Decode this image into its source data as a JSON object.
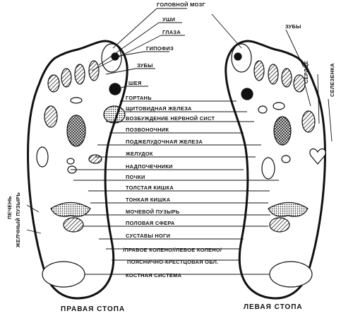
{
  "labels": {
    "brain": "ГОЛОВНОЙ МОЗГ",
    "ears": "УШИ",
    "eyes": "ГЛАЗА",
    "pituitary": "ГИПОФИЗ",
    "teeth_right": "ЗУБЫ",
    "neck": "ШЕЯ",
    "larynx": "ГОРТАНЬ",
    "thyroid": "ЩИТОВИДНАЯ ЖЕЛЕЗА",
    "nervous_system": "ВОЗБУЖДЕНИЕ НЕРВНОЙ СИСТ",
    "spine": "ПОЗВОНОЧНИК",
    "pancreas": "ПОДЖЕЛУДОЧНАЯ ЖЕЛЕЗА",
    "stomach": "ЖЕЛУДОК",
    "adrenals": "НАДПОЧЕЧНИКИ",
    "kidneys": "ПОЧКИ",
    "large_intestine": "ТОЛСТАЯ КИШКА",
    "small_intestine": "ТОНКАЯ КИШКА",
    "bladder": "МОЧЕВОЙ ПУЗЫРЬ",
    "genital": "ПОЛОВАЯ СФЕРА",
    "leg_joints": "СУСТАВЫ НОГИ",
    "knees": "/ПРАВОЕ КОЛЕНО//ЛЕВОЕ КОЛЕНО/",
    "lumbosacral": "ПОЯСНИЧНО-КРЕСТЦОВАЯ ОБЛ.",
    "skeletal": "КОСТНАЯ СИСТЕМА",
    "teeth_left": "ЗУБЫ",
    "heart": "СЕРДЦЕ",
    "spleen": "СЕЛЕЗЕНКА",
    "liver": "ПЕЧЕНЬ",
    "gallbladder": "ЖЕЛЧНЫЙ ПУЗЫРЬ"
  },
  "captions": {
    "right_foot": "ПРАВАЯ СТОПА",
    "left_foot": "ЛЕВАЯ СТОПА"
  },
  "colors": {
    "ink": "#111111",
    "paper": "#ffffff"
  }
}
